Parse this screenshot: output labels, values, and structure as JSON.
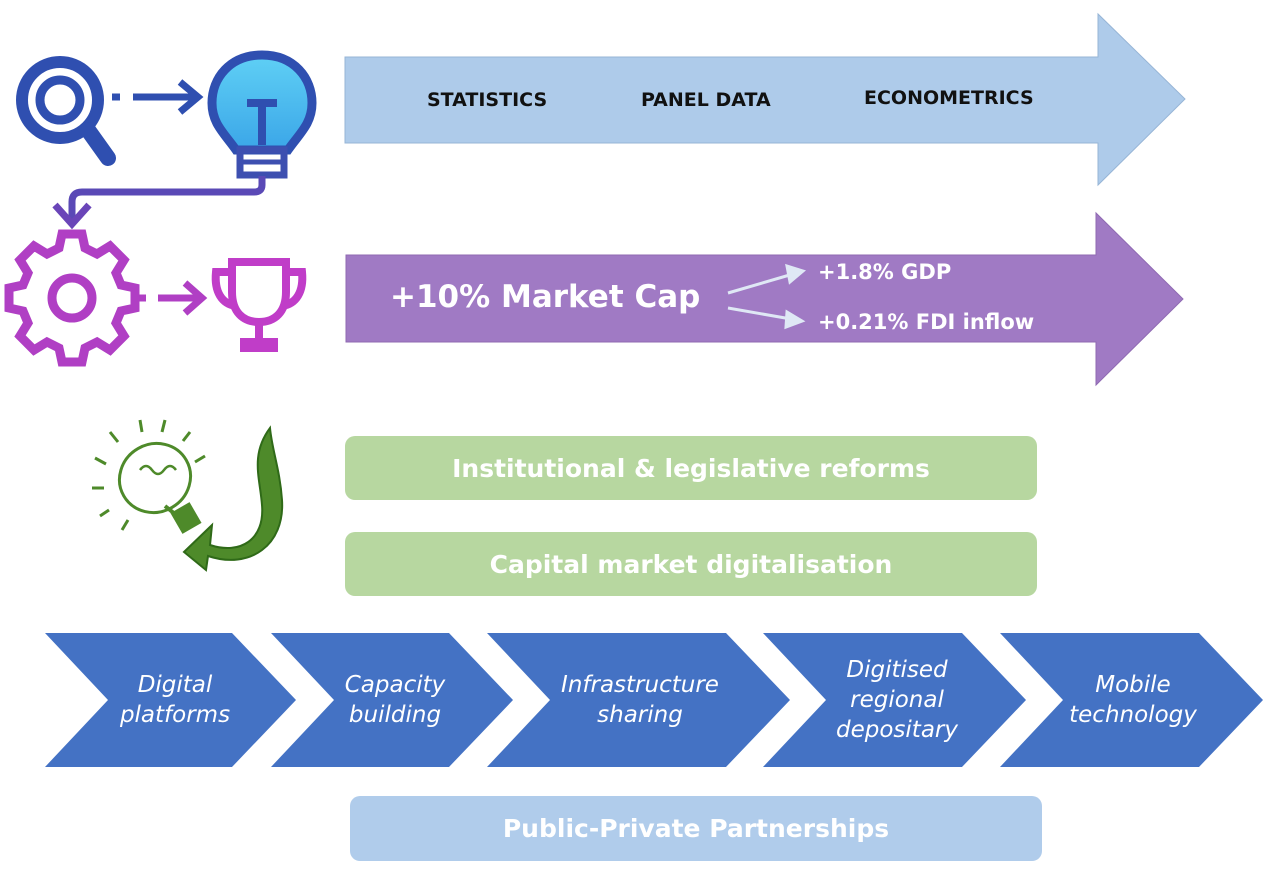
{
  "top_arrow": {
    "labels": [
      "STATISTICS",
      "PANEL DATA",
      "ECONOMETRICS"
    ]
  },
  "purple_arrow": {
    "main": "+10% Market Cap",
    "effects": [
      "+1.8% GDP",
      "+0.21% FDI inflow"
    ]
  },
  "green_boxes": [
    "Institutional & legislative reforms",
    "Capital market digitalisation"
  ],
  "chevrons": [
    {
      "line1": "Digital",
      "line2": "platforms",
      "line3": ""
    },
    {
      "line1": "Capacity",
      "line2": "building",
      "line3": ""
    },
    {
      "line1": "Infrastructure",
      "line2": "sharing",
      "line3": ""
    },
    {
      "line1": "Digitised",
      "line2": "regional",
      "line3": "depositary"
    },
    {
      "line1": "Mobile",
      "line2": "technology",
      "line3": ""
    }
  ],
  "bottom_box": "Public-Private Partnerships",
  "colors": {
    "top_arrow": "#aecbea",
    "purple_arrow": "#a07ac4",
    "green_box": "#b7d7a0",
    "chevron": "#4472c4",
    "ppp_box": "#b0cceb",
    "icon_blue": "#2f4fb0",
    "icon_purple": "#9a3fc0",
    "icon_green": "#4e8a2a"
  },
  "icons": [
    "magnifier-icon",
    "lightbulb-icon",
    "gear-icon",
    "trophy-icon",
    "idea-bulb-icon",
    "curved-arrow-icon"
  ]
}
